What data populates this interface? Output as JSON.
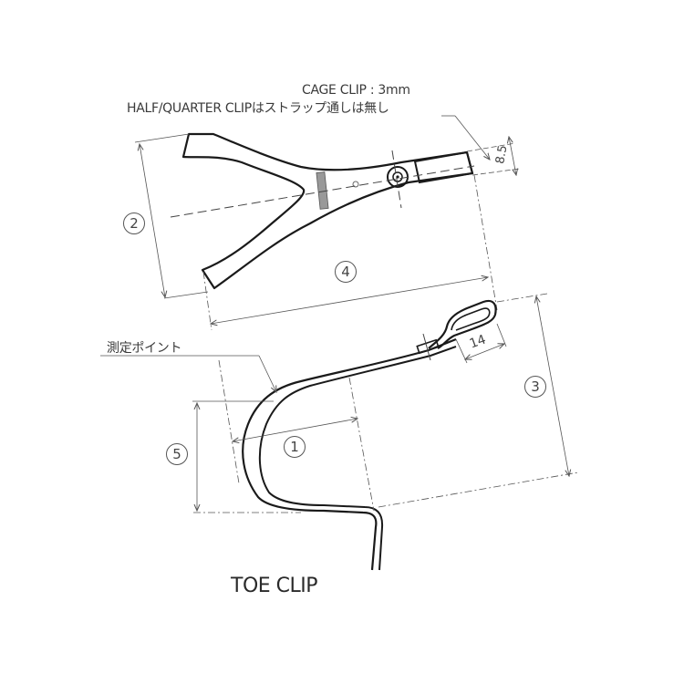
{
  "drawing": {
    "title": "TOE CLIP",
    "notes": {
      "cage_clip": "CAGE CLIP : 3mm",
      "half_quarter_clip": "HALF/QUARTER CLIPはストラップ通しは無し",
      "measurement_point": "測定ポイント"
    },
    "dimensions": {
      "strap_slot_width": "8.5",
      "loop_length": "14"
    },
    "callouts": {
      "c1": "1",
      "c2": "2",
      "c3": "3",
      "c4": "4",
      "c5": "5"
    },
    "colors": {
      "line": "#1a1a1a",
      "dim_line": "#555555",
      "background": "#ffffff"
    }
  }
}
